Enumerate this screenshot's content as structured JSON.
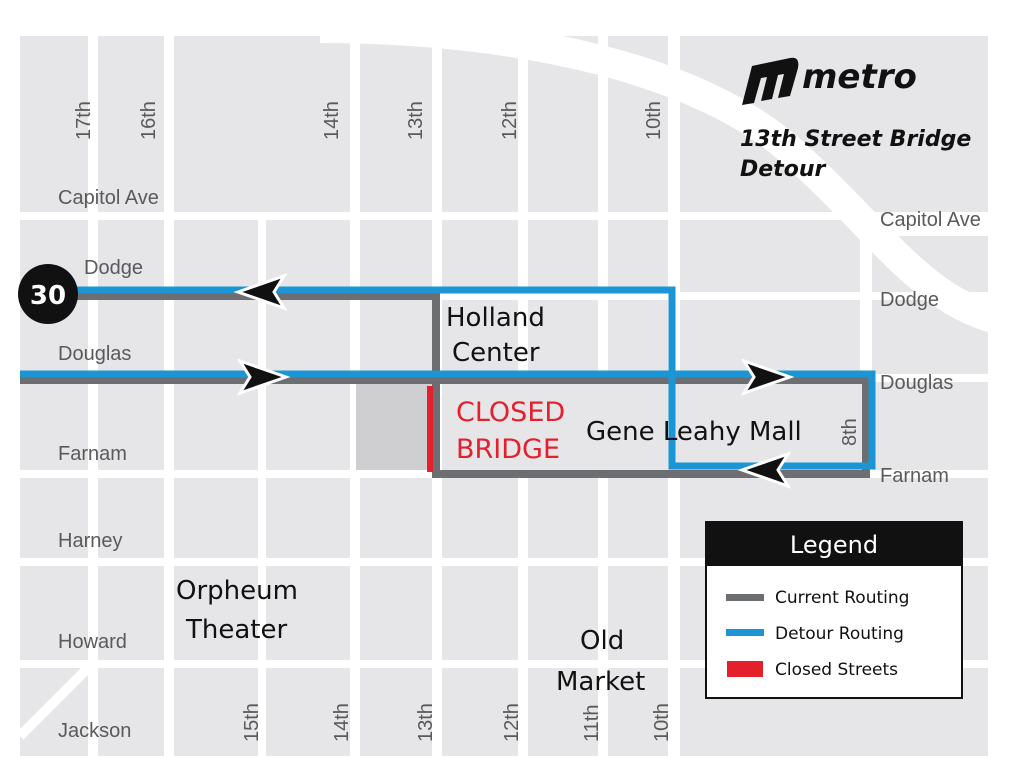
{
  "brand": {
    "name": "metro"
  },
  "title": {
    "line1": "13th Street Bridge",
    "line2": "Detour"
  },
  "route": {
    "number": "30"
  },
  "streets_ew": {
    "capitol_left": "Capitol Ave",
    "capitol_right": "Capitol Ave",
    "dodge_left": "Dodge",
    "dodge_right": "Dodge",
    "douglas_left": "Douglas",
    "douglas_right": "Douglas",
    "farnam_left": "Farnam",
    "farnam_right": "Farnam",
    "harney": "Harney",
    "howard": "Howard",
    "jackson": "Jackson"
  },
  "streets_ns_top": {
    "s17": "17th",
    "s16": "16th",
    "s14": "14th",
    "s13": "13th",
    "s12": "12th",
    "s10": "10th"
  },
  "streets_ns_bottom": {
    "s15": "15th",
    "s14": "14th",
    "s13": "13th",
    "s12": "12th",
    "s11": "11th",
    "s10": "10th"
  },
  "street_8th": "8th",
  "landmarks": {
    "holland_1": "Holland",
    "holland_2": "Center",
    "leahy": "Gene Leahy Mall",
    "orpheum_1": "Orpheum",
    "orpheum_2": "Theater",
    "market_1": "Old",
    "market_2": "Market"
  },
  "closed_label": {
    "line1": "CLOSED",
    "line2": "BRIDGE"
  },
  "legend": {
    "title": "Legend",
    "items": [
      {
        "label": "Current Routing",
        "color": "#6d6e71"
      },
      {
        "label": "Detour Routing",
        "color": "#1b95d3"
      },
      {
        "label": "Closed Streets",
        "color": "#e3202c"
      }
    ]
  },
  "colors": {
    "block": "#e6e6e8",
    "closed_block": "#cfcfd1",
    "current": "#6d6e71",
    "detour": "#1b95d3",
    "closed": "#e3202c",
    "background": "#ffffff"
  }
}
